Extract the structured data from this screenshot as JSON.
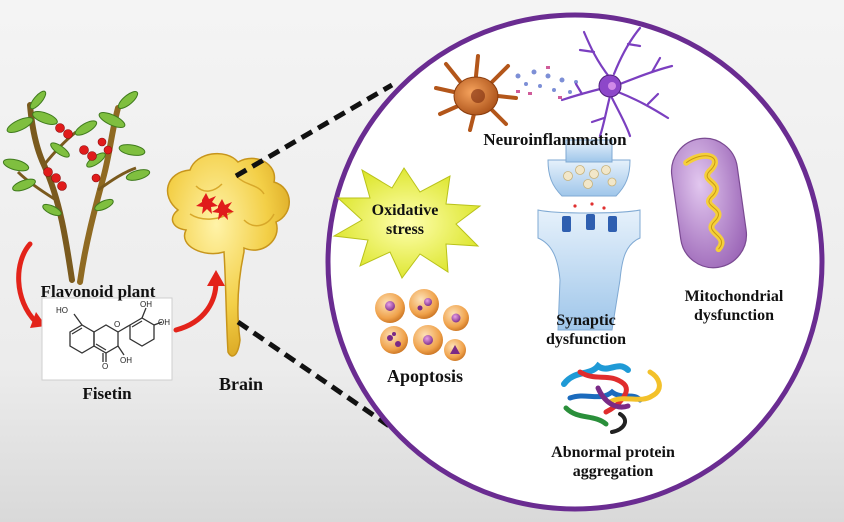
{
  "labels": {
    "flavonoid_plant": "Flavonoid plant",
    "fisetin": "Fisetin",
    "brain": "Brain",
    "neuroinflammation": "Neuroinflammation",
    "oxidative_stress_line1": "Oxidative",
    "oxidative_stress_line2": "stress",
    "apoptosis": "Apoptosis",
    "synaptic_dysfunction_line1": "Synaptic",
    "synaptic_dysfunction_line2": "dysfunction",
    "mitochondrial_dysfunction_line1": "Mitochondrial",
    "mitochondrial_dysfunction_line2": "dysfunction",
    "protein_aggregation_line1": "Abnormal protein",
    "protein_aggregation_line2": "aggregation"
  },
  "molecule": {
    "oh_top_left": "HO",
    "oh_top_right1": "OH",
    "oh_top_right2": "OH",
    "oh_bottom": "OH",
    "o_ring": "O",
    "o_keto": "O"
  },
  "colors": {
    "circle": "#6a2c91",
    "arrow": "#e3231a",
    "brain": "#f3cf47",
    "star": "#ecf23a",
    "mito": "#b58ac9",
    "dots": "#d3141a"
  }
}
